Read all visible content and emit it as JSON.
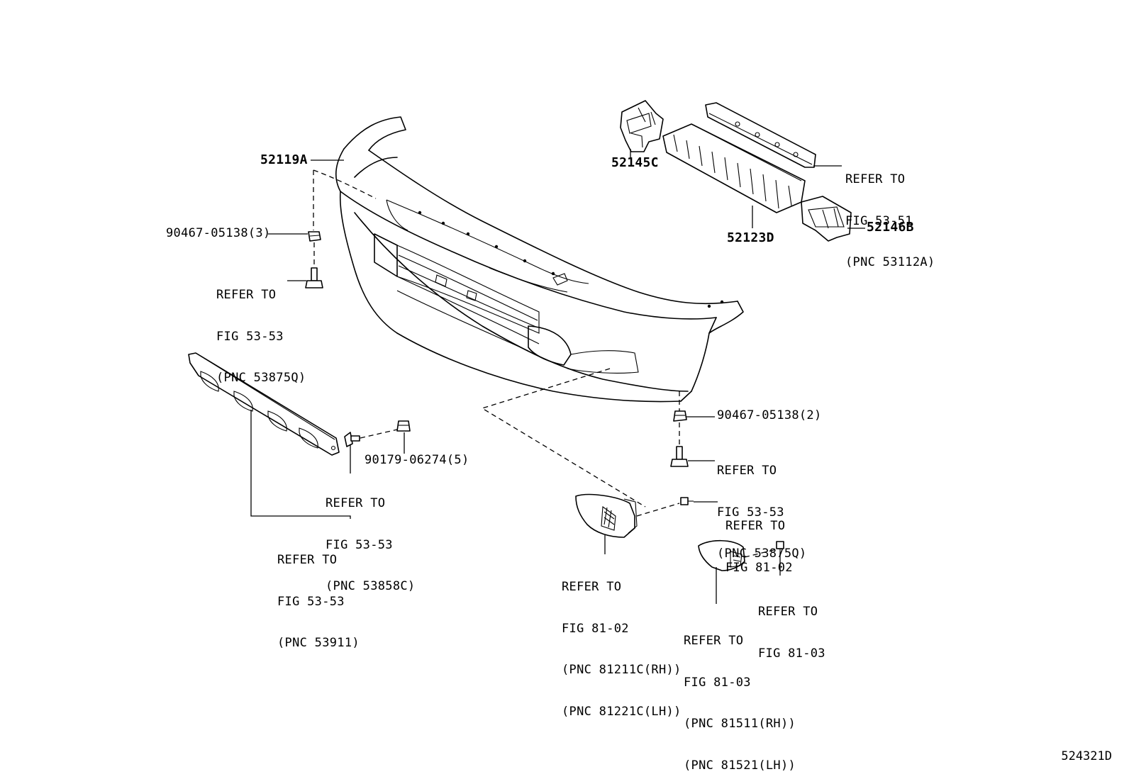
{
  "figure_code": "524321D",
  "parts": {
    "bumper_cover": "52119A",
    "retainer_left": "52145C",
    "absorber": "52123D",
    "retainer_right": "52146B"
  },
  "fasteners": {
    "nut_top_left": "90467-05138(3)",
    "nut_bottom_right": "90467-05138(2)",
    "clip_spoiler": "90179-06274(5)"
  },
  "references": {
    "ref_top_left": [
      "REFER TO",
      "FIG 53-53",
      "(PNC 53875Q)"
    ],
    "ref_reinforcement": [
      "REFER TO",
      "FIG 53-51",
      "(PNC 53112A)"
    ],
    "ref_spoiler_screw": [
      "REFER TO",
      "FIG 53-53",
      "(PNC 53858C)"
    ],
    "ref_spoiler": [
      "REFER TO",
      "FIG 53-53",
      "(PNC 53911)"
    ],
    "ref_bottom_right": [
      "REFER TO",
      "FIG 53-53",
      "(PNC 53875Q)"
    ],
    "ref_fog_screw": [
      "REFER TO",
      "FIG 81-02"
    ],
    "ref_fog_lamp": [
      "REFER TO",
      "FIG 81-02",
      "(PNC 81211C(RH))",
      "(PNC 81221C(LH))"
    ],
    "ref_turn_screw": [
      "REFER TO",
      "FIG 81-03"
    ],
    "ref_turn_lamp": [
      "REFER TO",
      "FIG 81-03",
      "(PNC 81511(RH))",
      "(PNC 81521(LH))"
    ]
  }
}
